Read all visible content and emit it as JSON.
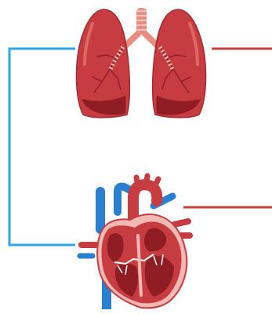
{
  "diagram": {
    "organs": [
      {
        "id": "lungs",
        "icon": "lungs-icon"
      },
      {
        "id": "heart",
        "icon": "heart-icon"
      }
    ],
    "connectors": [
      {
        "id": "lungs-heart-loop",
        "color": "#29a8e6"
      },
      {
        "id": "lungs-pointer",
        "color": "#c9403a"
      },
      {
        "id": "heart-pointer",
        "color": "#c9403a"
      }
    ],
    "colors": {
      "organ_red": "#c73c40",
      "organ_dark": "#8f1d23",
      "vessel_blue": "#2a7fd1",
      "highlight": "#f1b8b4",
      "background": "#ffffff"
    }
  }
}
